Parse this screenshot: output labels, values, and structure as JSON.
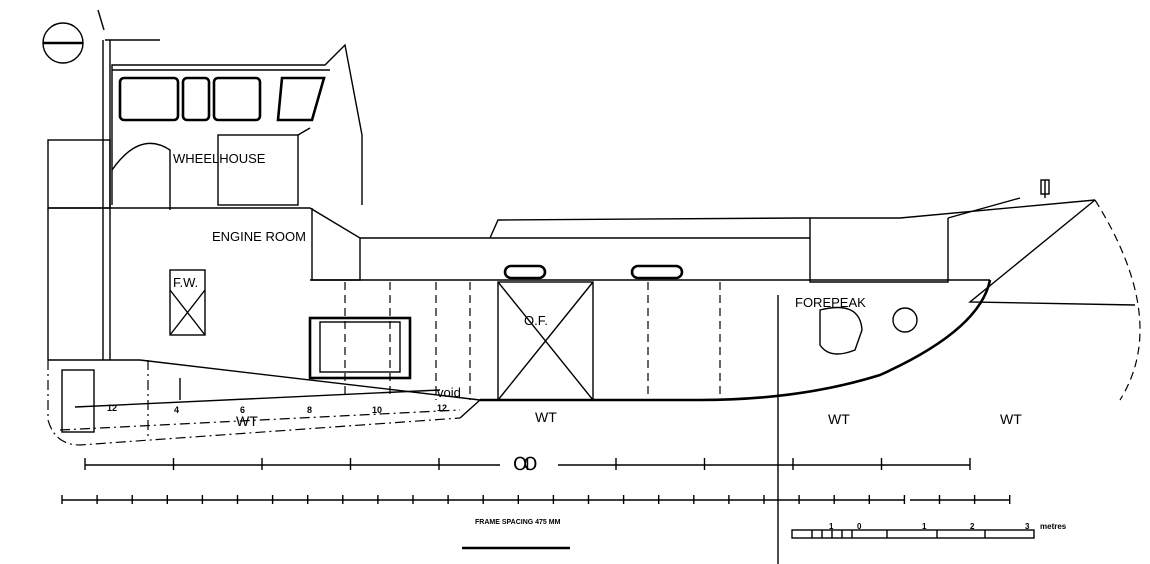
{
  "labels": {
    "wheelhouse": "WHEELHOUSE",
    "engine_room": "ENGINE ROOM",
    "fresh_water": "F.W.",
    "oil_fuel": "O.F.",
    "forepeak": "FOREPEAK",
    "void": "void"
  },
  "frame_numbers": [
    "4",
    "6",
    "8",
    "10",
    "12",
    "12"
  ],
  "watertight": [
    "WT",
    "WT",
    "WT",
    "WT"
  ],
  "frame_spacing": "FRAME SPACING  475 MM",
  "scale_bar": {
    "ticks": [
      "1",
      "0",
      "1",
      "2",
      "3"
    ],
    "unit": "metres"
  }
}
